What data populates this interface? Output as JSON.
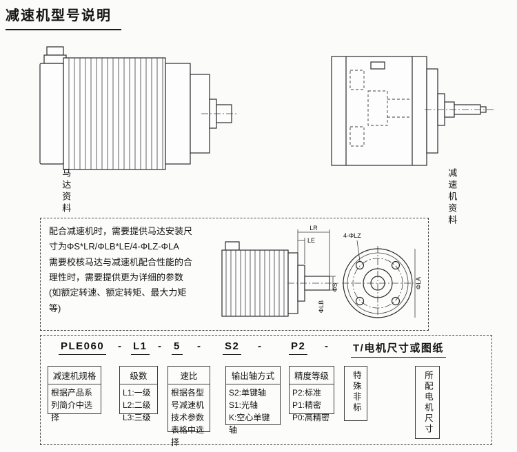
{
  "page": {
    "title": "减速机型号说明"
  },
  "captions": {
    "motor": "马达资料",
    "gearbox": "减速机资料"
  },
  "note": {
    "text": "配合减速机时，需要提供马达安装尺\n寸为ΦS*LR/ΦLB*LE/4-ΦLZ-ΦLA\n需要校核马达与减速机配合性能的合\n理性时，需要提供更为详细的参数\n(如额定转速、额定转矩、最大力矩\n等)",
    "dims": {
      "lr": "LR",
      "le": "LE",
      "s": "ΦS",
      "lb": "ΦLB",
      "la": "ΦLA",
      "bolt_holes": "4-ΦLZ"
    }
  },
  "model_code": {
    "separator": "-",
    "parts": [
      "PLE060",
      "L1",
      "5",
      "S2",
      "P2",
      "T/电机尺寸或图纸"
    ],
    "boxes": [
      {
        "title": "减速机规格",
        "desc": "根据产品系列简介中选择"
      },
      {
        "title": "级数",
        "desc": "L1:一级\nL2:二级\nL3:三级"
      },
      {
        "title": "速比",
        "desc": "根据各型号减速机技术参数表格中选择"
      },
      {
        "title": "输出轴方式",
        "desc": "S2:单键轴\nS1:光轴\nK:空心单键轴"
      },
      {
        "title": "精度等级",
        "desc": "P2:标准\nP1:精密\nP0:高精密"
      },
      {
        "title": "特殊非标",
        "desc": ""
      },
      {
        "title": "所配电机尺寸",
        "desc": ""
      }
    ]
  }
}
